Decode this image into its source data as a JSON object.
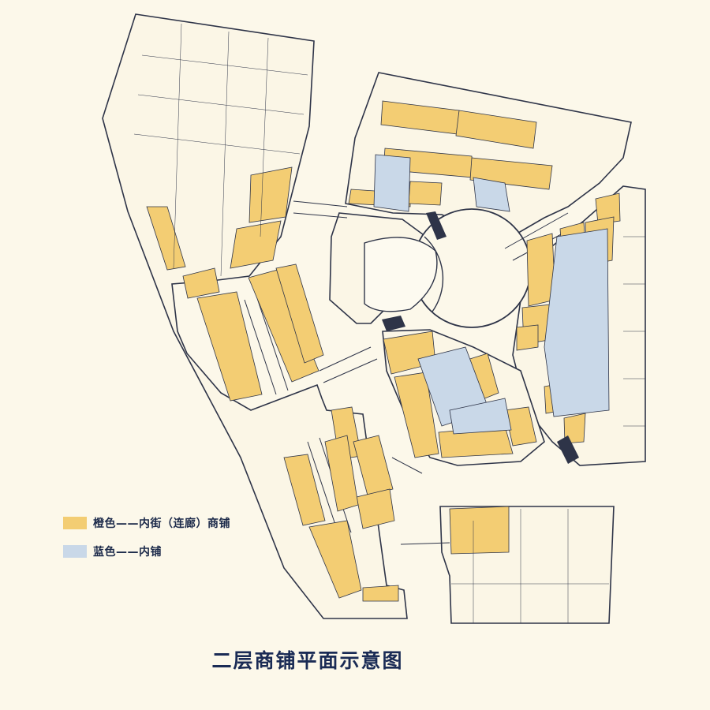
{
  "colors": {
    "background": "#fcf8ea",
    "wall": "#2e3448",
    "inner_street_shop": "#f3cd73",
    "inner_shop": "#c9d8e8",
    "title": "#1a2b55"
  },
  "legend": [
    {
      "label": "橙色——内街（连廊）商铺",
      "color": "#f3cd73"
    },
    {
      "label": "蓝色——内铺",
      "color": "#c9d8e8"
    }
  ],
  "title": "二层商铺平面示意图"
}
